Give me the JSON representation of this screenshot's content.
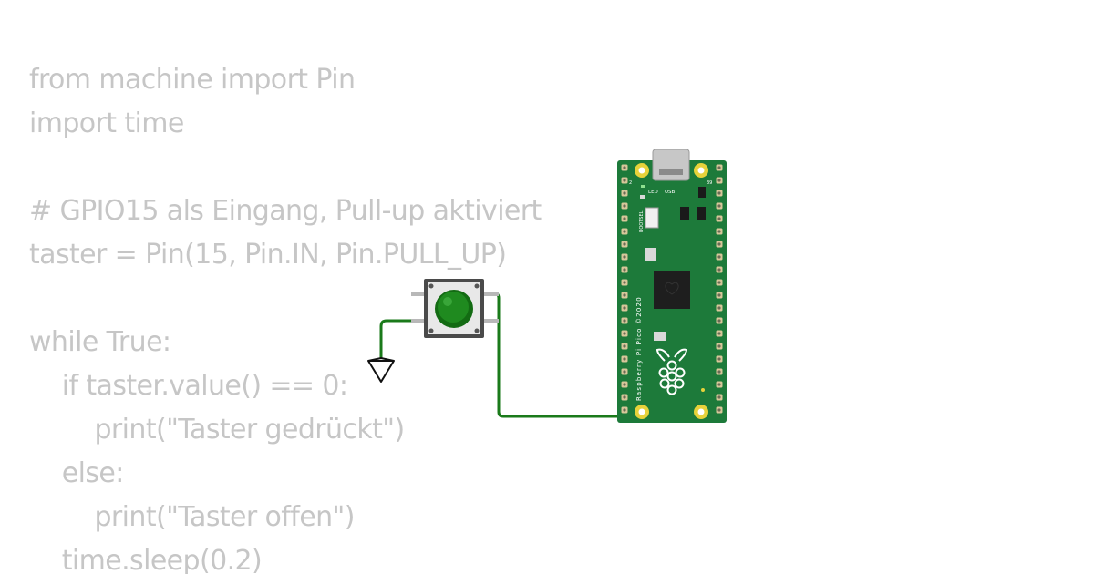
{
  "code": {
    "lines": [
      "from machine import Pin",
      "import time",
      "",
      "# GPIO15 als Eingang, Pull-up aktiviert",
      "taster = Pin(15, Pin.IN, Pin.PULL_UP)",
      "",
      "while True:",
      "    if taster.value() == 0:",
      "        print(\"Taster gedrückt\")",
      "    else:",
      "        print(\"Taster offen\")",
      "    time.sleep(0.2)"
    ]
  },
  "board": {
    "name": "Raspberry Pi Pico ©2020",
    "led_label": "LED",
    "usb_label": "USB",
    "bootsel_label": "BOOTSEL",
    "pin_left_number": "2",
    "pin_right_number": "39"
  },
  "colors": {
    "code_text": "#c6c6c6",
    "board_green": "#1d7a3a",
    "wire": "#1a7a1a",
    "button_cap": "#1f8a1f"
  }
}
